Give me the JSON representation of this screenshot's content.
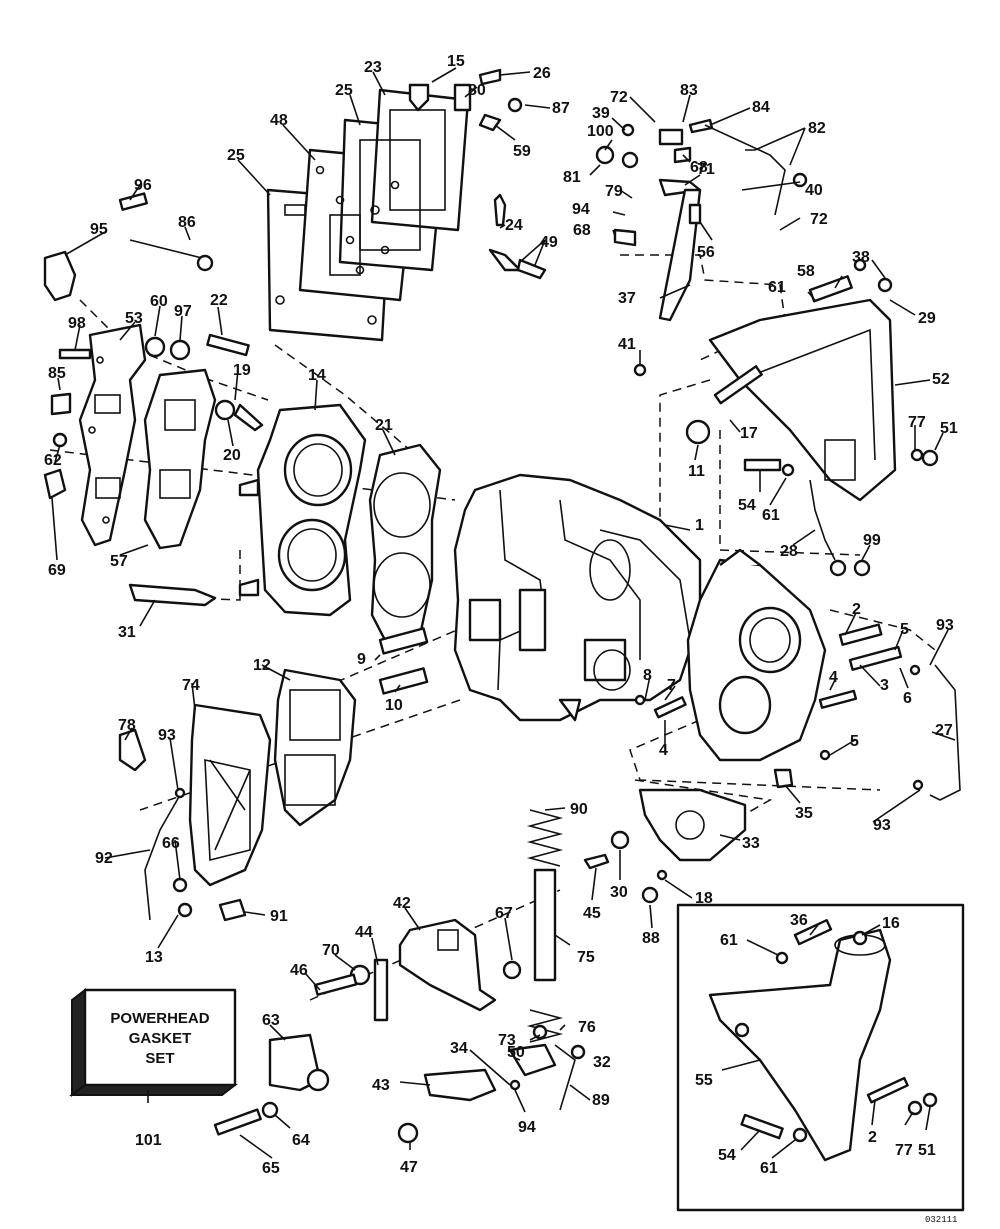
{
  "callouts": {
    "c1": "1",
    "c2a": "2",
    "c2b": "2",
    "c3": "3",
    "c4a": "4",
    "c4b": "4",
    "c5a": "5",
    "c5b": "5",
    "c6": "6",
    "c7": "7",
    "c8": "8",
    "c9": "9",
    "c10": "10",
    "c11": "11",
    "c12": "12",
    "c13": "13",
    "c14": "14",
    "c15": "15",
    "c16": "16",
    "c17": "17",
    "c18": "18",
    "c19": "19",
    "c20": "20",
    "c21": "21",
    "c22": "22",
    "c23": "23",
    "c24": "24",
    "c25a": "25",
    "c25b": "25",
    "c26": "26",
    "c27": "27",
    "c28": "28",
    "c29": "29",
    "c30": "30",
    "c31": "31",
    "c32": "32",
    "c33": "33",
    "c34": "34",
    "c35": "35",
    "c36": "36",
    "c37": "37",
    "c38": "38",
    "c39": "39",
    "c40": "40",
    "c41": "41",
    "c42": "42",
    "c43": "43",
    "c44": "44",
    "c45": "45",
    "c46": "46",
    "c47": "47",
    "c48": "48",
    "c49": "49",
    "c50": "50",
    "c51a": "51",
    "c51b": "51",
    "c52": "52",
    "c53": "53",
    "c54a": "54",
    "c54b": "54",
    "c55": "55",
    "c56": "56",
    "c57": "57",
    "c58": "58",
    "c59": "59",
    "c60": "60",
    "c61a": "61",
    "c61b": "61",
    "c61c": "61",
    "c61d": "61",
    "c62": "62",
    "c63": "63",
    "c64": "64",
    "c65": "65",
    "c66": "66",
    "c67": "67",
    "c68a": "68",
    "c68b": "68",
    "c69": "69",
    "c70": "70",
    "c71": "71",
    "c72a": "72",
    "c72b": "72",
    "c73": "73",
    "c74": "74",
    "c75": "75",
    "c76": "76",
    "c77a": "77",
    "c77b": "77",
    "c78": "78",
    "c79": "79",
    "c80": "80",
    "c81": "81",
    "c82": "82",
    "c83": "83",
    "c84": "84",
    "c85": "85",
    "c86": "86",
    "c87": "87",
    "c88": "88",
    "c89": "89",
    "c90": "90",
    "c91": "91",
    "c92": "92",
    "c93a": "93",
    "c93b": "93",
    "c93c": "93",
    "c94a": "94",
    "c94b": "94",
    "c95": "95",
    "c96": "96",
    "c97": "97",
    "c98": "98",
    "c99": "99",
    "c100": "100",
    "c101": "101"
  },
  "gasket_set_box": {
    "line1": "POWERHEAD",
    "line2": "GASKET",
    "line3": "SET"
  },
  "figure_code": "032111",
  "colors": {
    "ink": "#111111",
    "paper": "#ffffff"
  }
}
